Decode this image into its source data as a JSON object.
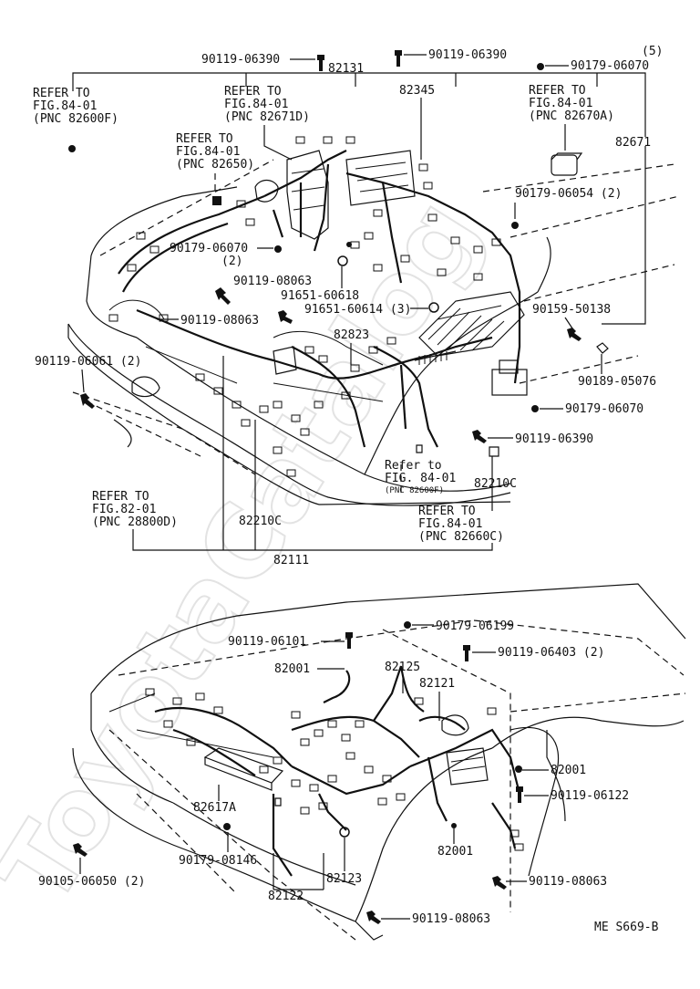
{
  "watermark": "ToyotaCatalog",
  "diagram_id": "ME S669-B",
  "top": {
    "parts": {
      "p_90119_06390_a": "90119-06390",
      "p_82131": "82131",
      "p_90119_06390_b": "90119-06390",
      "p_qty5": "(5)",
      "p_90179_06070_a": "90179-06070",
      "p_82345": "82345",
      "p_82671": "82671",
      "p_90179_06054": "90179-06054 (2)",
      "p_90179_06070_b": "90179-06070",
      "p_90179_06070_b_qty": "(2)",
      "p_90119_08063_a": "90119-08063",
      "p_91651_60618": "91651-60618",
      "p_91651_60614": "91651-60614 (3)",
      "p_90119_08063_b": "90119-08063",
      "p_90159_50138": "90159-50138",
      "p_90119_06061": "90119-06061 (2)",
      "p_82823": "82823",
      "p_90189_05076": "90189-05076",
      "p_90179_06070_c": "90179-06070",
      "p_90119_06390_c": "90119-06390",
      "p_82210c_a": "82210C",
      "p_82210c_b": "82210C",
      "p_82111": "82111"
    },
    "refers": {
      "r1": [
        "REFER TO",
        "FIG.84-01",
        "(PNC 82600F)"
      ],
      "r2": [
        "REFER TO",
        "FIG.84-01",
        "(PNC 82671D)"
      ],
      "r3": [
        "REFER TO",
        "FIG.84-01",
        "(PNC 82650)"
      ],
      "r4": [
        "REFER TO",
        "FIG.84-01",
        "(PNC 82670A)"
      ],
      "r5": [
        "Refer to",
        "FIG. 84-01",
        "(PNC 82600F)"
      ],
      "r6": [
        "REFER TO",
        "FIG.82-01",
        "(PNC 28800D)"
      ],
      "r7": [
        "REFER TO",
        "FIG.84-01",
        "(PNC 82660C)"
      ]
    }
  },
  "bottom": {
    "parts": {
      "p_90119_06101": "90119-06101",
      "p_90179_06199": "90179-06199",
      "p_90119_06403": "90119-06403 (2)",
      "p_82001_a": "82001",
      "p_82125": "82125",
      "p_82121": "82121",
      "p_82001_b": "82001",
      "p_90119_06122": "90119-06122",
      "p_82617a": "82617A",
      "p_90179_08146": "90179-08146",
      "p_82123": "82123",
      "p_82001_c": "82001",
      "p_90105_06050": "90105-06050 (2)",
      "p_82122": "82122",
      "p_90119_08063_c": "90119-08063",
      "p_90119_08063_d": "90119-08063"
    }
  }
}
